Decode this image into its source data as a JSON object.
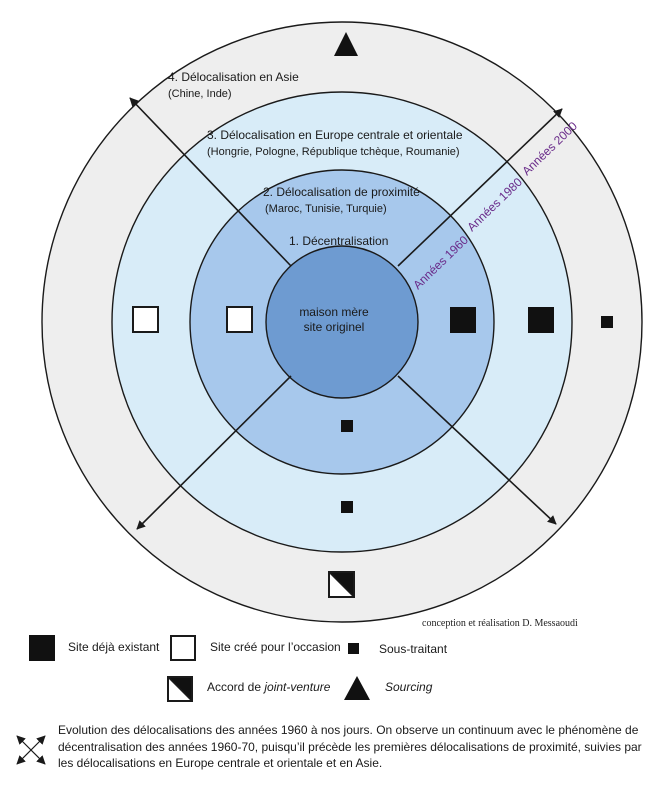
{
  "center": {
    "line1": "maison mère",
    "line2": "site originel"
  },
  "rings": [
    {
      "label": "1. Décentralisation",
      "sub": ""
    },
    {
      "label": "2. Délocalisation de proximité",
      "sub": "(Maroc, Tunisie, Turquie)"
    },
    {
      "label": "3. Délocalisation en Europe centrale et orientale",
      "sub": "(Hongrie, Pologne, République tchèque, Roumanie)"
    },
    {
      "label": "4. Délocalisation en Asie",
      "sub": "(Chine, Inde)"
    }
  ],
  "decades": [
    "Années 1960",
    "Années 1980",
    "Années 2000"
  ],
  "colors": {
    "center": "#6e9bd1",
    "ring1": "#a7c8ec",
    "ring2": "#d8ecf8",
    "ring3": "#eeeeee",
    "decade_text": "#6a2c8a",
    "stroke": "#1a1a1a"
  },
  "legend": {
    "existing": "Site déjà existant",
    "created": "Site créé pour l’occasion",
    "subcontractor": "Sous-traitant",
    "jv_prefix": "Accord de ",
    "jv_italic": "joint-venture",
    "sourcing": "Sourcing"
  },
  "credit": "conception et réalisation D. Messaoudi",
  "caption": "Evolution des délocalisations des années 1960 à nos jours. On observe un continuum avec le phénomène de décentralisation des années 1960-70, puisqu’il précède les premières délocalisations de proximité, suivies par les délocalisations en Europe centrale et orientale et en Asie.",
  "icons": {
    "existing": "filled-square-icon",
    "created": "hollow-square-icon",
    "subcontractor": "small-filled-square-icon",
    "joint_venture": "half-filled-square-icon",
    "sourcing": "triangle-icon",
    "arrows": "double-arrow-cross-icon"
  }
}
